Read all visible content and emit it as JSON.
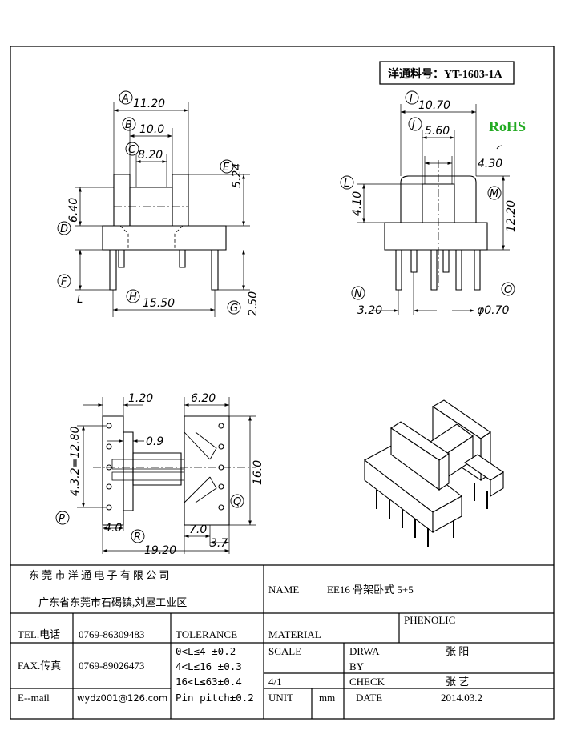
{
  "part_number": "洋通料号：YT-1603-1A",
  "rohs": "RoHS",
  "front_view": {
    "dims": {
      "A": "11.20",
      "B": "10.0",
      "C": "8.20",
      "E": "5.24",
      "D": "6.40",
      "H": "15.50",
      "G": "2.50"
    },
    "labels": [
      "A",
      "B",
      "C",
      "E",
      "D",
      "F",
      "H",
      "G"
    ],
    "l_mark": "L"
  },
  "side_view": {
    "dims": {
      "I": "10.70",
      "J": "5.60",
      "K": "4.30",
      "L": "4.10",
      "M": "12.20",
      "N": "3.20",
      "O": "φ0.70"
    },
    "labels": [
      "I",
      "J",
      "L",
      "M",
      "N",
      "O"
    ]
  },
  "top_view": {
    "dims": {
      "w1": "1.20",
      "w2": "6.20",
      "pitch": "4.3.2=12.80",
      "gap": "0.9",
      "height": "16.0",
      "P_dim": "4.0",
      "R_dim": "7.0",
      "total": "19.20",
      "small": "3.7"
    },
    "labels": [
      "P",
      "Q",
      "R"
    ]
  },
  "title_block": {
    "company": "东 莞 市 洋 通 电 子 有 限 公 司",
    "address": "广东省东莞市石碣镇,刘屋工业区",
    "name_label": "NAME",
    "name_value": "EE16 骨架卧式 5+5",
    "tel_label": "TEL.电话",
    "tel_value": "0769-86309483",
    "fax_label": "FAX.传真",
    "fax_value": "0769-89026473",
    "email_label": "E--mail",
    "email_value": "wydz001@126.com",
    "tolerance_label": "TOLERANCE",
    "tolerances": [
      "0<L≤4   ±0.2",
      "4<L≤16  ±0.3",
      "16<L≤63±0.4",
      "Pin pitch±0.2"
    ],
    "material_label": "MATERIAL",
    "material_value": "PHENOLIC",
    "scale_label": "SCALE",
    "scale_value": "4/1",
    "unit_label": "UNIT",
    "unit_value": "mm",
    "drwa_label": "DRWA",
    "by_label": "BY",
    "drawn_by": "张 阳",
    "check_label": "CHECK",
    "checked_by": "张 艺",
    "date_label": "DATE",
    "date_value": "2014.03.2"
  }
}
